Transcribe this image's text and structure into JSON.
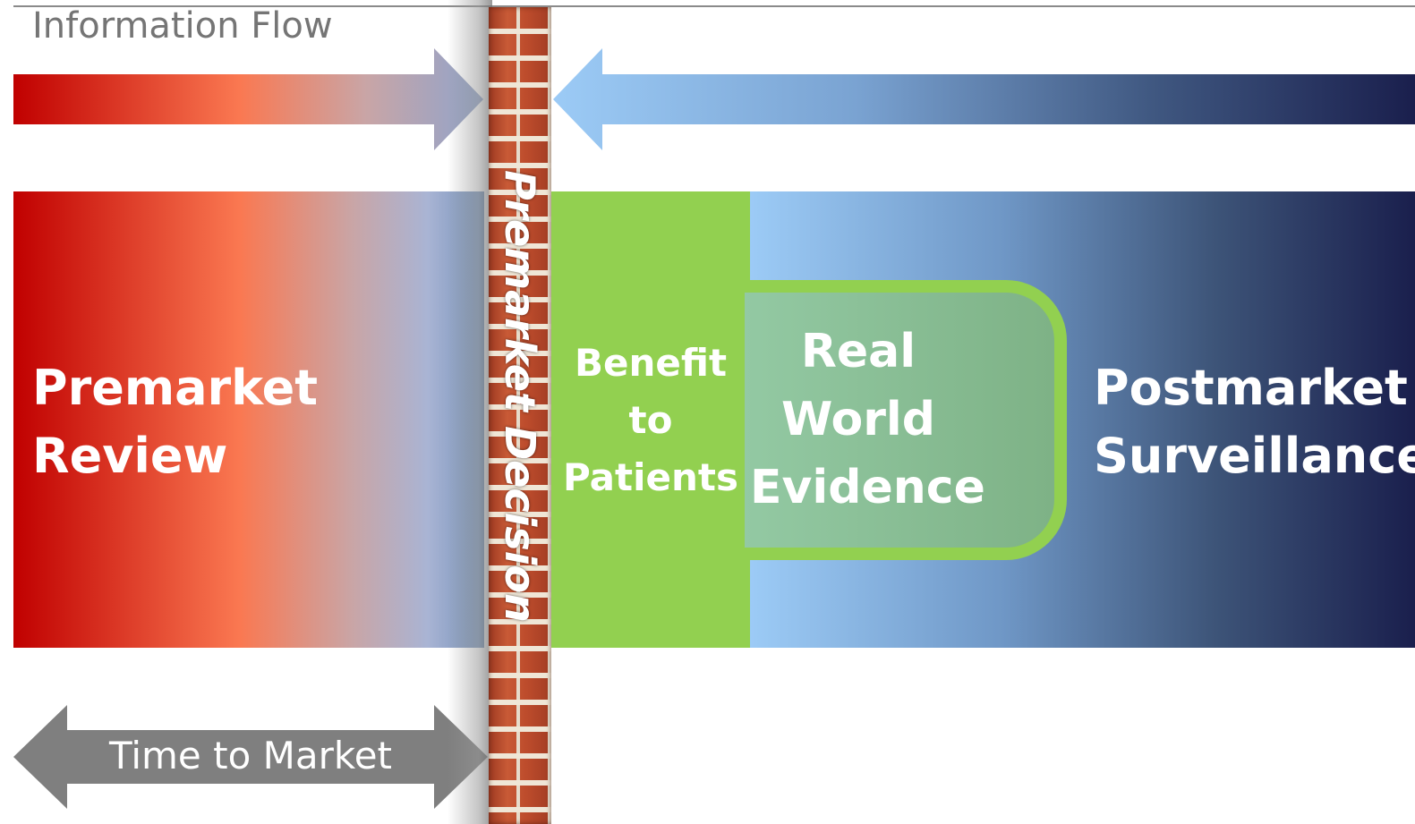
{
  "flow_title": "Information Flow",
  "wall_label": "Premarket Decision",
  "premarket": {
    "line1": "Premarket",
    "line2": "Review"
  },
  "benefit": {
    "line1": "Benefit",
    "line2": "to",
    "line3": "Patients"
  },
  "rwe": {
    "line1": "Real",
    "line2": "World",
    "line3": "Evidence"
  },
  "postmarket": {
    "line1": "Postmarket",
    "line2": "Surveillance"
  },
  "time_to_market": "Time to Market",
  "colors": {
    "premarket": "#c00000",
    "postmarket": "#1a1f4d",
    "benefit": "#92d050",
    "time_arrow": "#7f7f7f"
  }
}
